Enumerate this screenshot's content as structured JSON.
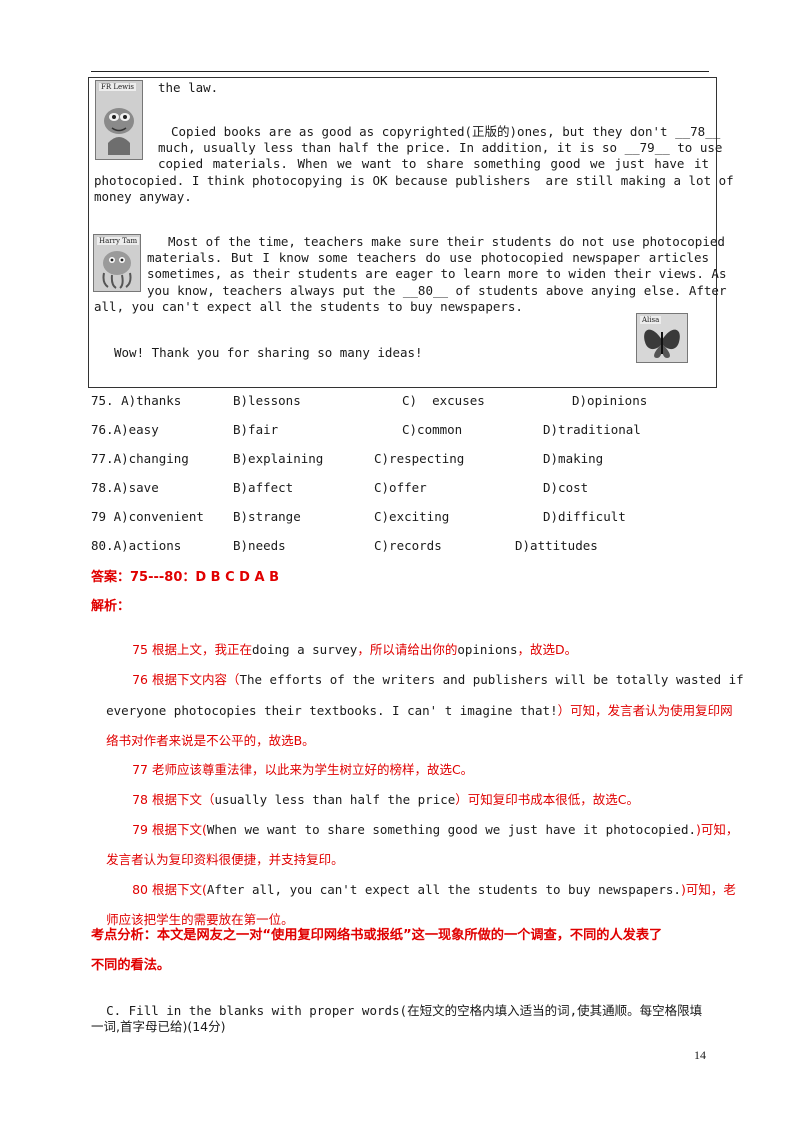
{
  "passage": {
    "fr_lewis_tag": "FR Lewis",
    "harry_tam_tag": "Harry Tam",
    "alisa_tag": "Alisa",
    "line_law": "the law.",
    "p1_line1": "Copied books are as good as copyrighted(正版的)ones, but they don't __78__",
    "p1_line2": "much, usually less than half the price. In addition, it is so __79__ to use",
    "p1_line3": "copied materials. When we want to share something good we just have it",
    "p1_line4": "photocopied. I think photocopying is OK because publishers  are still making a lot of",
    "p1_line5": "money anyway.",
    "p2_line1": "Most of the time, teachers make sure their students do not use photocopied",
    "p2_line2": "materials. But I know some teachers do use photocopied newspaper articles",
    "p2_line3": "sometimes, as their students are eager to learn more to widen their views. As",
    "p2_line4": "you know, teachers always put the __80__ of students above anying else. After",
    "p2_line5": "all, you can't expect all the students to buy newspapers.",
    "closing": "Wow! Thank you for sharing so many ideas!"
  },
  "questions": [
    {
      "num": "75. A)thanks",
      "b": "B)lessons",
      "c": "C)  excuses",
      "d": "D)opinions"
    },
    {
      "num": "76.A)easy",
      "b": "B)fair",
      "c": "C)common",
      "d": "D)traditional"
    },
    {
      "num": "77.A)changing",
      "b": "B)explaining",
      "c": "C)respecting",
      "d": "D)making"
    },
    {
      "num": "78.A)save",
      "b": "B)affect",
      "c": "C)offer",
      "d": "D)cost"
    },
    {
      "num": "79 A)convenient",
      "b": "B)strange",
      "c": "C)exciting",
      "d": "D)difficult"
    },
    {
      "num": "80.A)actions",
      "b": "B)needs",
      "c": "C)records",
      "d": "D)attitudes"
    }
  ],
  "answer_line": "答案：75---80：D B C D A B",
  "analysis_title": "解析：",
  "analysis": {
    "e75_a": "75 根据上文，我正在",
    "e75_b": "doing a survey",
    "e75_c": "，所以请给出你的",
    "e75_d": "opinions",
    "e75_e": "，故选D。",
    "e76_a": "76 根据下文内容（",
    "e76_b": "The efforts of the writers and publishers will be totally wasted if",
    "e76_c": "everyone photocopies their textbooks. I can' t imagine that!",
    "e76_d": "）可知，发言者认为使用复印网",
    "e76_e": "络书对作者来说是不公平的，故选B。",
    "e77": "77 老师应该尊重法律，以此来为学生树立好的榜样，故选C。",
    "e78_a": "78 根据下文（",
    "e78_b": "usually less than half the price",
    "e78_c": "）可知复印书成本很低，故选C。",
    "e79_a": "79 根据下文(",
    "e79_b": "When we want to share something good we just have it photocopied.",
    "e79_c": ")可知，",
    "e79_d": "发言者认为复印资料很便捷，并支持复印。",
    "e80_a": "80 根据下文(",
    "e80_b": "After all, you can't expect all the students to buy newspapers.",
    "e80_c": ")可知，老",
    "e80_d": "师应该把学生的需要放在第一位。"
  },
  "kaodian_line1": "考点分析：本文是网友之一对“使用复印网络书或报纸”这一现象所做的一个调查，不同的人发表了",
  "kaodian_line2": "不同的看法。",
  "section_c_line1": "C. Fill in the blanks with proper words(在短文的空格内填入适当的词,使其通顺。每空格限填",
  "section_c_line2": "一词,首字母已给)(14分)",
  "page_number": "14"
}
